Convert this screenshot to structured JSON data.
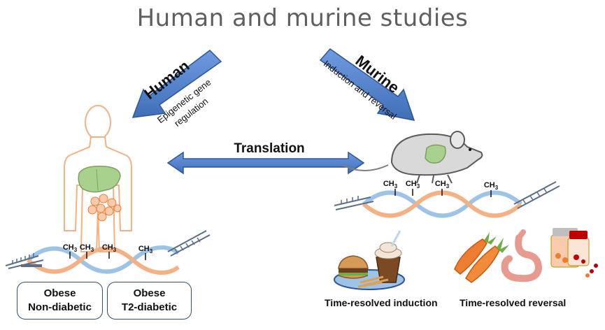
{
  "title": "Human and murine studies",
  "human": {
    "label": "Human",
    "sublabel_line1": "Epigenetic gene",
    "sublabel_line2": "regulation",
    "groups": [
      {
        "line1": "Obese",
        "line2": "Non-diabetic"
      },
      {
        "line1": "Obese",
        "line2": "T2-diabetic"
      }
    ]
  },
  "murine": {
    "label": "Murine",
    "sublabel": "Induction and reversal",
    "captions": [
      "Time-resolved induction",
      "Time-resolved reversal"
    ]
  },
  "center": {
    "label": "Translation"
  },
  "methyl_mark": "CH3",
  "colors": {
    "arrow_fill": "#4a7cc8",
    "arrow_stroke": "#2f5597",
    "body_outline": "#f4b183",
    "liver": "#a9d18e",
    "fat": "#f8cbad",
    "dna_blue": "#9dc3e6",
    "dna_orange": "#f4b183",
    "mouse_body": "#d9d9d9"
  }
}
